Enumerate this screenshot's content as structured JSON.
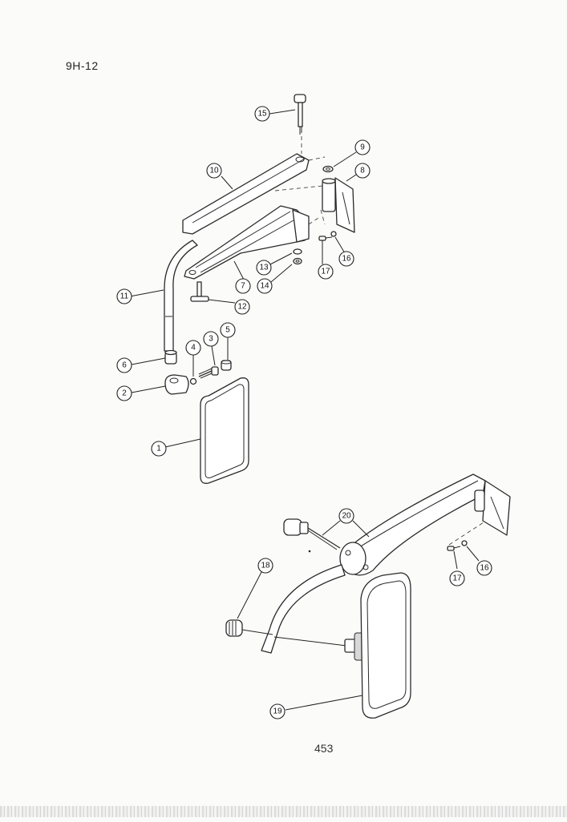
{
  "header": {
    "section_code": "9H-12"
  },
  "footer": {
    "page_number": "453"
  },
  "callouts": {
    "c1": "1",
    "c2": "2",
    "c3": "3",
    "c4": "4",
    "c5": "5",
    "c6": "6",
    "c7": "7",
    "c8": "8",
    "c9": "9",
    "c10": "10",
    "c11": "11",
    "c12": "12",
    "c13": "13",
    "c14": "14",
    "c15": "15",
    "c16a": "16",
    "c17a": "17",
    "c16b": "16",
    "c17b": "17",
    "c18": "18",
    "c19": "19",
    "c20": "20"
  }
}
